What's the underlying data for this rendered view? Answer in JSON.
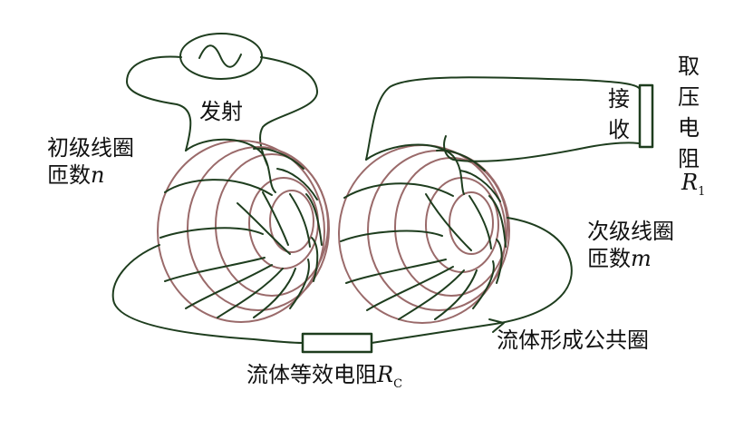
{
  "labels": {
    "transmit": "发射",
    "primary_line1": "初级线圈",
    "primary_line2_prefix": "匝数",
    "primary_var": "n",
    "receive": "接收",
    "sampling_resistor": "取压电阻",
    "r1_var": "R",
    "r1_sub": "1",
    "secondary_line1": "次级线圈",
    "secondary_line2_prefix": "匝数",
    "secondary_var": "m",
    "fluid_loop": "流体形成公共圈",
    "fluid_resistor_prefix": "流体等效电阻",
    "rc_var": "R",
    "rc_sub": "C"
  },
  "colors": {
    "wire": "#1e3d1e",
    "core": "#9a6a6a",
    "text": "#111111"
  }
}
